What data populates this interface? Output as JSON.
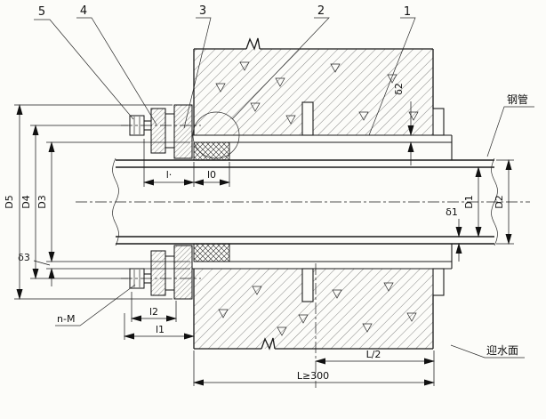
{
  "callouts": {
    "c1": "1",
    "c2": "2",
    "c3": "3",
    "c4": "4",
    "c5": "5"
  },
  "labels": {
    "steel_pipe": "钢管",
    "water_facing_side": "迎水面",
    "bolt_spec": "n-M"
  },
  "dims": {
    "D1": "D1",
    "D2": "D2",
    "D3": "D3",
    "D4": "D4",
    "D5": "D5",
    "delta1": "δ1",
    "delta2": "δ2",
    "delta3": "δ3",
    "l": "l·",
    "l0": "l0",
    "l1": "l1",
    "l2": "l2",
    "L_half": "L/2",
    "L_min": "L≥300"
  }
}
